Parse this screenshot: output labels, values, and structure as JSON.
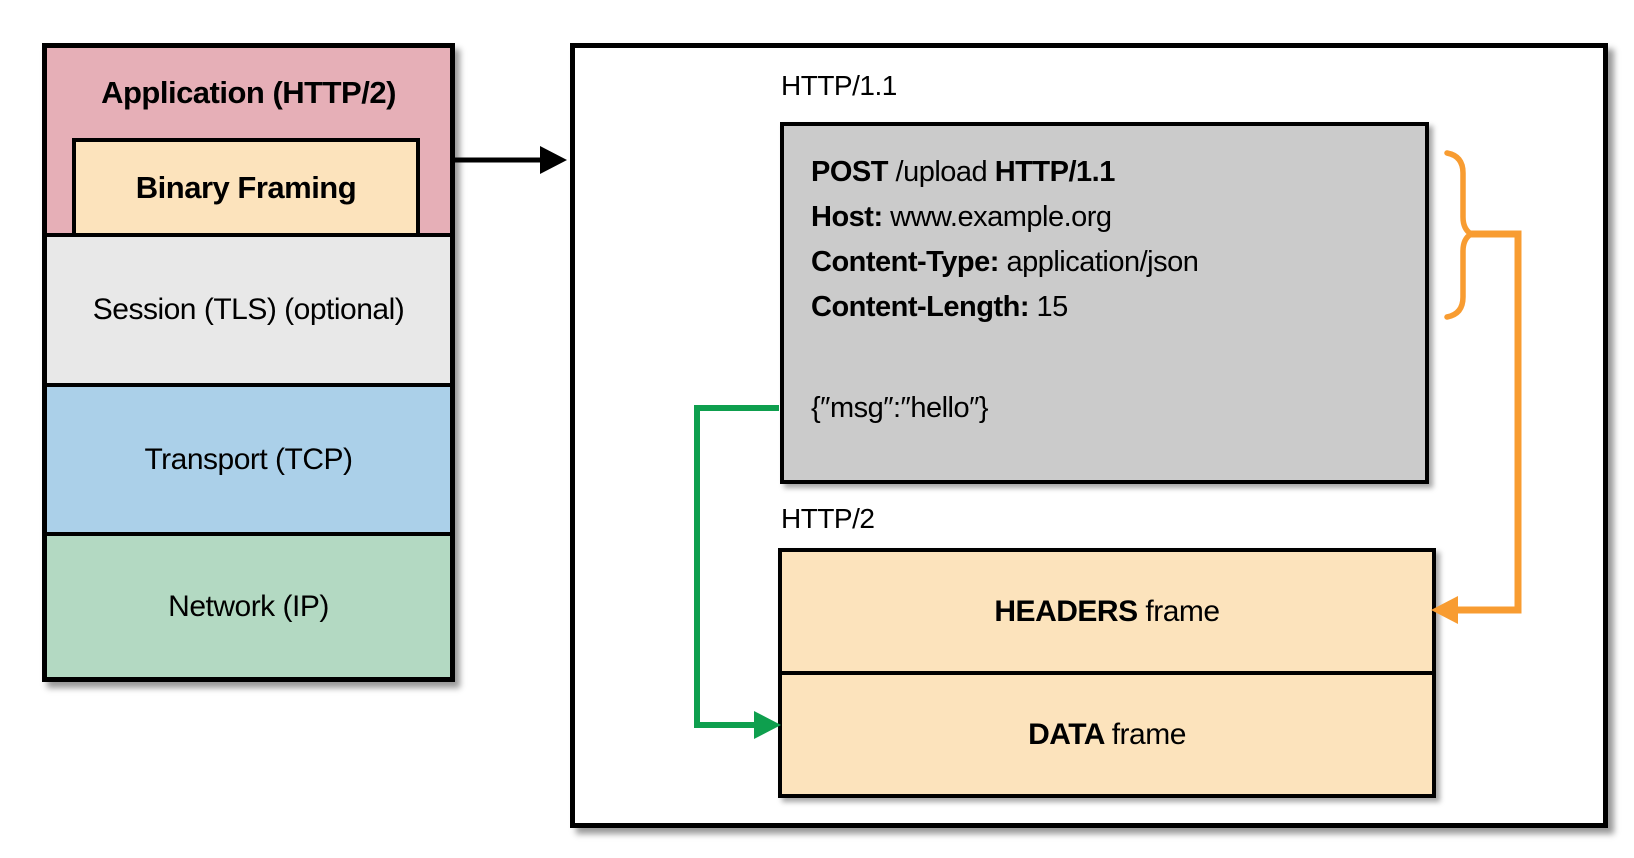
{
  "colors": {
    "black": "#000000",
    "orange": "#f89c31",
    "arrow_green": "#0e9f4e",
    "stack_pink": "#e6afb7",
    "peach": "#fce3bc",
    "session_gray": "#e8e8e8",
    "transport_blue": "#abd0e9",
    "network_green": "#b3d9c2",
    "request_gray": "#cbcbcb",
    "panel_white": "#ffffff"
  },
  "stack": {
    "application_label": "Application (HTTP/2)",
    "binary_framing_label": "Binary Framing",
    "session_label": "Session (TLS) (optional)",
    "transport_label": "Transport (TCP)",
    "network_label": "Network (IP)"
  },
  "panel": {
    "http11_label": "HTTP/1.1",
    "http2_label": "HTTP/2",
    "request_lines": [
      [
        {
          "text": "POST",
          "bold": true
        },
        {
          "text": " /upload ",
          "bold": false
        },
        {
          "text": "HTTP/1.1",
          "bold": true
        }
      ],
      [
        {
          "text": "Host:",
          "bold": true
        },
        {
          "text": " www.example.org",
          "bold": false
        }
      ],
      [
        {
          "text": "Content-Type:",
          "bold": true
        },
        {
          "text": " application/json",
          "bold": false
        }
      ],
      [
        {
          "text": "Content-Length:",
          "bold": true
        },
        {
          "text": " 15",
          "bold": false
        }
      ]
    ],
    "body_line": "{″msg″:″hello″}",
    "headers_frame": [
      {
        "text": "HEADERS ",
        "bold": true
      },
      {
        "text": "frame",
        "bold": false
      }
    ],
    "data_frame": [
      {
        "text": "DATA ",
        "bold": true
      },
      {
        "text": "frame",
        "bold": false
      }
    ]
  }
}
